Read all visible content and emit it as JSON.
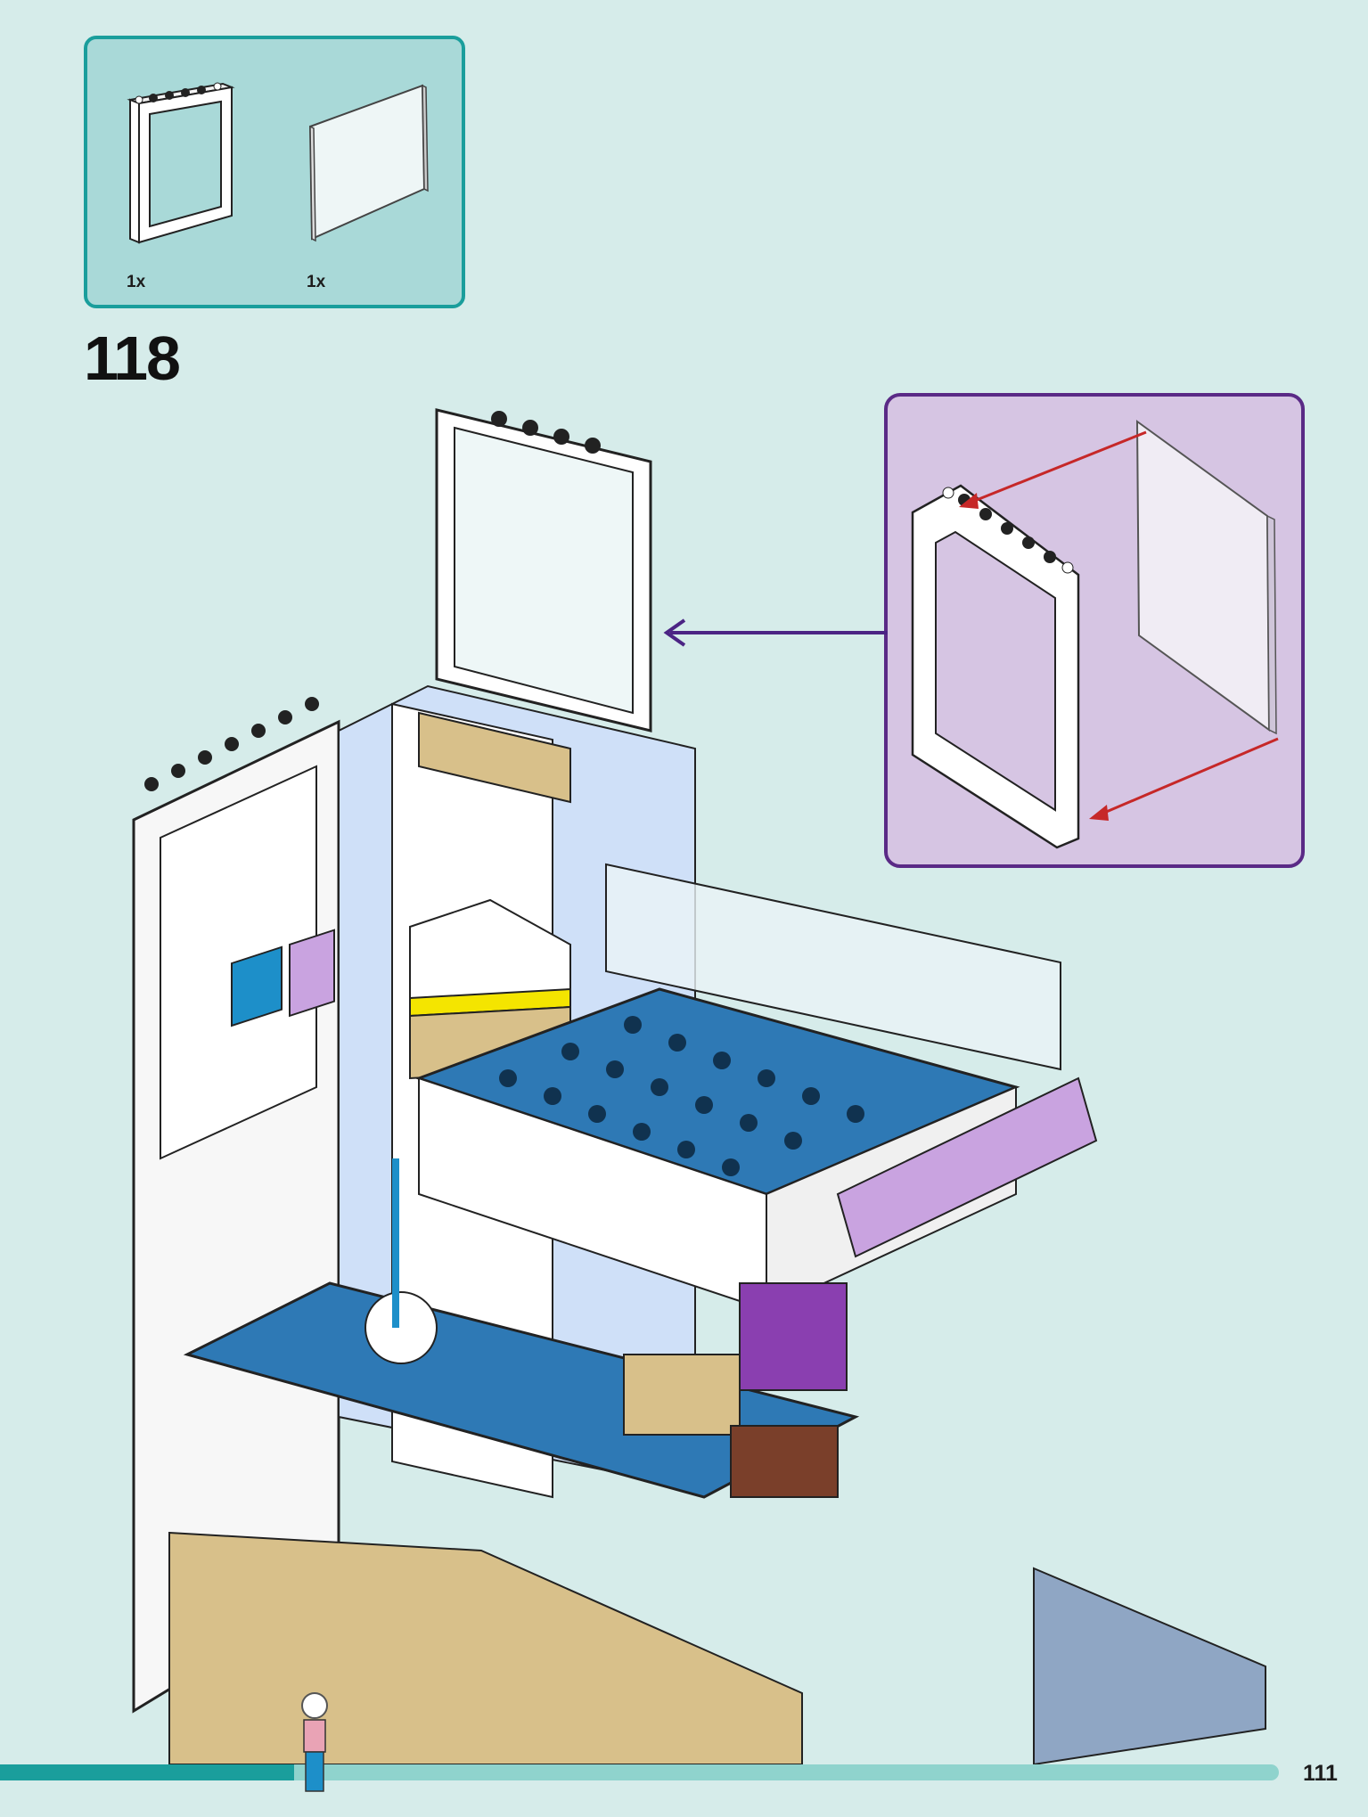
{
  "parts_list": {
    "items": [
      {
        "name": "white-door-frame",
        "quantity": "1x"
      },
      {
        "name": "transparent-glass-pane",
        "quantity": "1x"
      }
    ]
  },
  "step": {
    "number": "118"
  },
  "callout": {
    "arrow_color": "#4b2484",
    "insert_arrow_color": "#c62828"
  },
  "progress": {
    "fraction": 0.23
  },
  "page": {
    "number": "111"
  },
  "colors": {
    "background": "#d6ecea",
    "parts_box_border": "#1a9e9c",
    "callout_border": "#5a2a86",
    "progress_fill": "#1a9e9c",
    "progress_track": "#8fd3cd",
    "plate_blue": "#2e79b5",
    "tan": "#d8c08a",
    "lavender": "#c9a3e0"
  }
}
